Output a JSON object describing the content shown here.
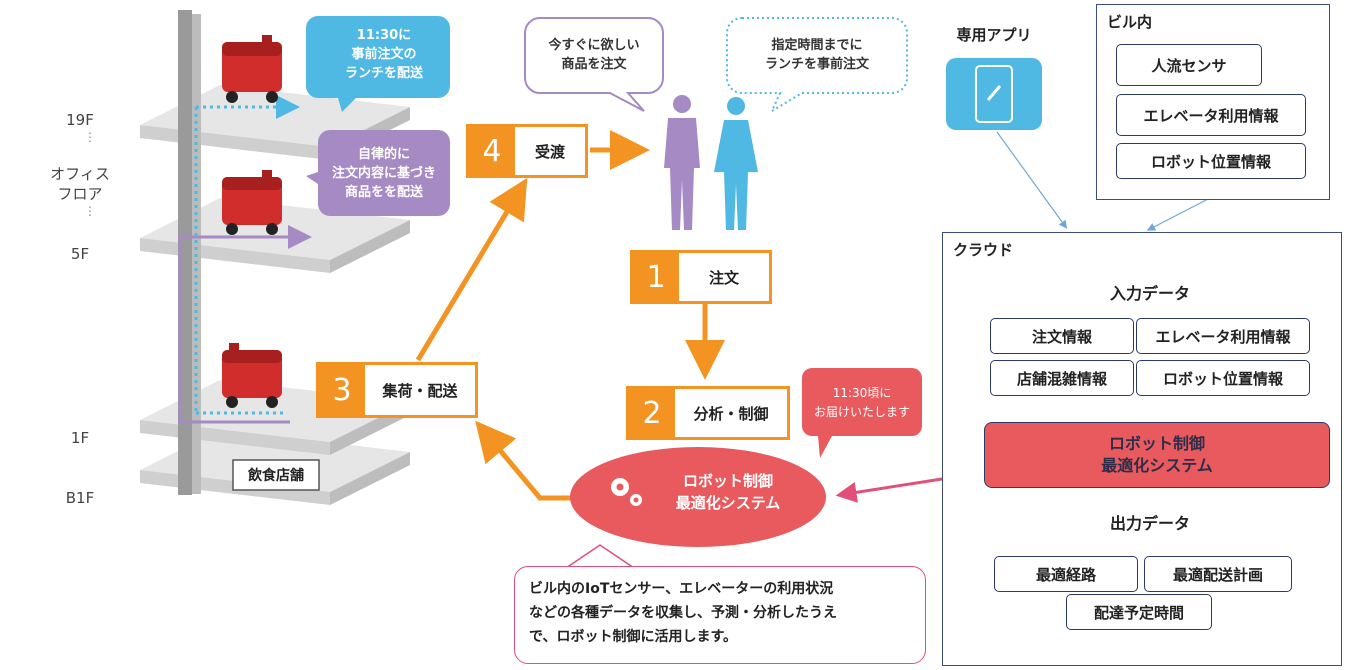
{
  "floors": {
    "f19": "19F",
    "office": "オフィス\nフロア",
    "f5": "5F",
    "f1": "1F",
    "b1": "B1F",
    "restaurant": "飲食店舗"
  },
  "bubbles": {
    "blue": "11:30に\n事前注文の\nランチを配送",
    "purple": "自律的に\n注文内容に基づき\n商品をを配送",
    "now": "今すぐに欲しい\n商品を注文",
    "time": "指定時間までに\nランチを事前注文",
    "red": "11:30頃に\nお届けいたします"
  },
  "steps": [
    {
      "num": "1",
      "label": "注文"
    },
    {
      "num": "2",
      "label": "分析・制御"
    },
    {
      "num": "3",
      "label": "集荷・配送"
    },
    {
      "num": "4",
      "label": "受渡"
    }
  ],
  "system": {
    "line1": "ロボット制御",
    "line2": "最適化システム"
  },
  "note": "ビル内のIoTセンサー、エレベーターの利用状況\nなどの各種データを収集し、予測・分析したうえ\nで、ロボット制御に活用します。",
  "app": {
    "title": "専用アプリ"
  },
  "building": {
    "title": "ビル内",
    "items": [
      "人流センサ",
      "エレベータ利用情報",
      "ロボット位置情報"
    ]
  },
  "cloud": {
    "title": "クラウド",
    "input": {
      "title": "入力データ",
      "items": [
        "注文情報",
        "エレベータ利用情報",
        "店舗混雑情報",
        "ロボット位置情報"
      ]
    },
    "system": "ロボット制御\n最適化システム",
    "output": {
      "title": "出力データ",
      "items": [
        "最適経路",
        "最適配送計画",
        "配達予定時間"
      ]
    }
  },
  "colors": {
    "orange": "#f39321",
    "blue": "#4fb8e3",
    "purple": "#a58ac4",
    "red": "#e85a5e",
    "navy": "#2d3b6a"
  }
}
